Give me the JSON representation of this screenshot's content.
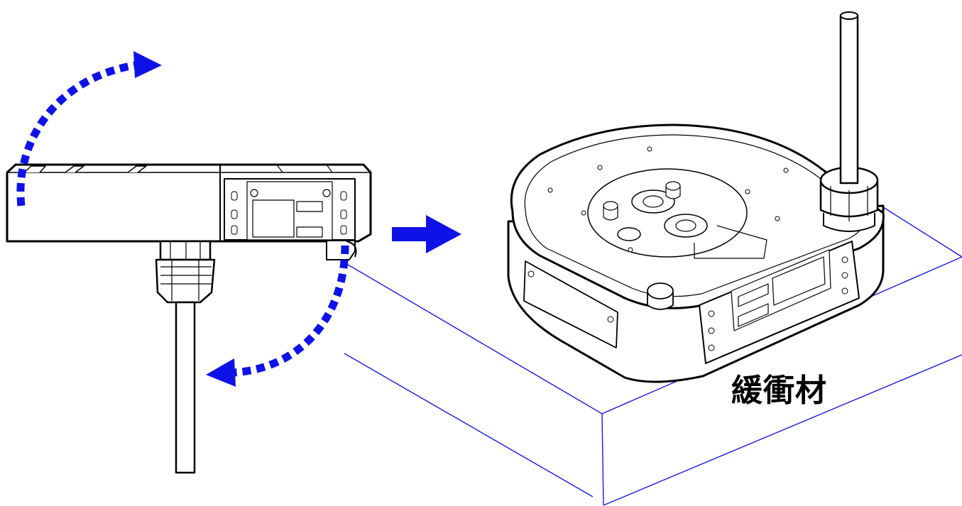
{
  "labels": {
    "cushion": "緩衝材"
  },
  "colors": {
    "arrow": "#0f12e6",
    "line_art": "#000000",
    "cushion_outline": "#1a1ad8"
  },
  "icons": {
    "rotate_arrow": "dotted-curved-arrow",
    "step_arrow": "solid-right-arrow"
  }
}
